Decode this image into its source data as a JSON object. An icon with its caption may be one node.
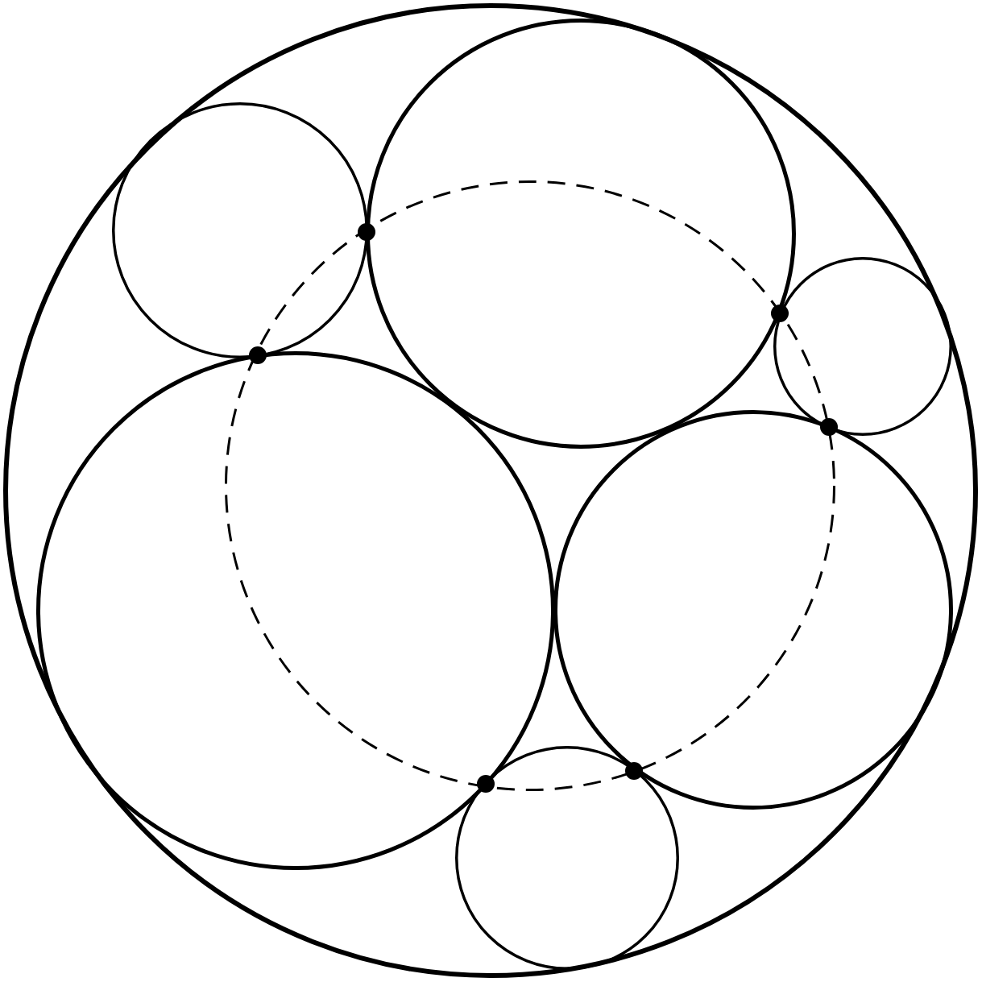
{
  "diagram": {
    "nodes": [
      {
        "text": [],
        "shape": "circle"
      },
      {
        "text": [],
        "shape": "circle",
        "in": 0
      },
      {
        "text": [],
        "shape": "circle",
        "in": 0
      },
      {
        "text": [],
        "shape": "circle",
        "in": 0
      },
      {
        "text": [],
        "shape": "circle",
        "in": 0
      },
      {
        "text": [],
        "shape": "circle",
        "in": 0
      },
      {
        "text": [],
        "shape": "circle",
        "in": 0
      },
      {
        "text": [],
        "shape": "circle",
        "in": 0
      }
    ]
  }
}
